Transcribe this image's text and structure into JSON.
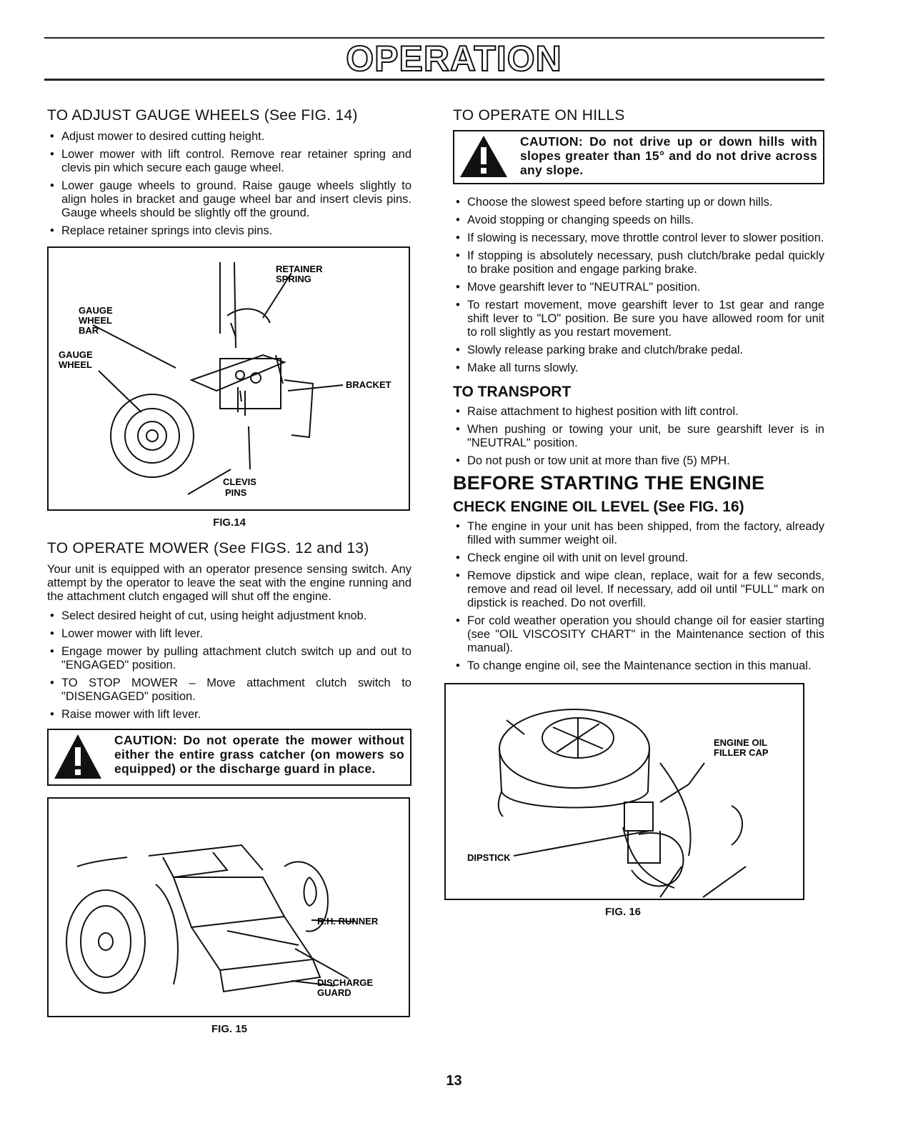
{
  "header": {
    "title": "OPERATION"
  },
  "left": {
    "gauge": {
      "heading": "TO ADJUST GAUGE WHEELS (See FIG. 14)",
      "bullets": [
        "Adjust mower to desired cutting height.",
        "Lower mower with lift control. Remove rear retainer spring and clevis pin which secure each gauge wheel.",
        "Lower gauge wheels to ground. Raise gauge wheels slightly to align holes in bracket and gauge wheel bar and insert clevis pins. Gauge wheels should be slightly off the ground.",
        "Replace retainer springs into clevis pins."
      ]
    },
    "fig14": {
      "labels": {
        "retainer": "RETAINER",
        "spring": "SPRING",
        "gauge1": "GAUGE",
        "wheel1": "WHEEL",
        "bar": "BAR",
        "gauge2": "GAUGE",
        "wheel2": "WHEEL",
        "bracket": "BRACKET",
        "clevis": "CLEVIS",
        "pins": "PINS"
      },
      "caption": "FIG.14"
    },
    "mower": {
      "heading": "TO OPERATE MOWER (See FIGS. 12 and 13)",
      "intro": "Your unit is equipped with an operator presence sensing switch. Any attempt by the operator to leave the seat with the engine running and the attachment clutch engaged will shut off the engine.",
      "bullets": [
        "Select desired height of cut, using height adjustment knob.",
        "Lower mower with lift lever.",
        "Engage mower by pulling attachment clutch switch up and out to \"ENGAGED\" position.",
        "TO STOP MOWER – Move attachment clutch switch to \"DISENGAGED\" position.",
        "Raise mower with lift lever."
      ],
      "caution": "CAUTION: Do not operate the mower without either the entire grass catcher (on mowers so equipped) or the discharge guard in place."
    },
    "fig15": {
      "labels": {
        "runner": "R.H. RUNNER",
        "discharge": "DISCHARGE",
        "guard": "GUARD"
      },
      "caption": "FIG. 15"
    }
  },
  "right": {
    "hills": {
      "heading": "TO OPERATE ON HILLS",
      "caution": "CAUTION: Do not drive up or down hills with slopes greater than 15° and do not drive across any slope.",
      "bullets": [
        "Choose the slowest speed before starting up or down hills.",
        "Avoid stopping or changing speeds on hills.",
        "If slowing is necessary, move throttle control lever to slower position.",
        "If stopping is absolutely necessary, push clutch/brake pedal quickly to brake position and engage parking brake.",
        "Move gearshift lever to \"NEUTRAL\" position.",
        "To restart movement, move gearshift lever to 1st gear and range shift lever to \"LO\" position. Be sure you have allowed room for unit to roll slightly as you restart movement.",
        "Slowly release parking brake and clutch/brake pedal.",
        "Make all turns slowly."
      ]
    },
    "transport": {
      "heading": "TO TRANSPORT",
      "bullets": [
        "Raise attachment to highest position with lift control.",
        "When pushing or towing your unit, be sure gearshift lever is in \"NEUTRAL\" position.",
        "Do not push or tow unit at more than five (5) MPH."
      ]
    },
    "before": {
      "heading": "BEFORE STARTING THE ENGINE",
      "subheading": "CHECK ENGINE OIL LEVEL (See FIG. 16)",
      "bullets": [
        "The engine in your unit has been shipped, from the factory, already filled with summer weight oil.",
        "Check engine oil with unit on level ground.",
        "Remove dipstick and wipe clean, replace, wait for a few seconds, remove and read oil level. If necessary, add oil until \"FULL\" mark on dipstick is reached. Do not overfill.",
        "For cold weather operation you should change oil for easier starting (see \"OIL VISCOSITY CHART\" in the Maintenance section of this manual).",
        "To change engine oil, see the Maintenance section in this manual."
      ]
    },
    "fig16": {
      "labels": {
        "engine_oil": "ENGINE OIL",
        "filler_cap": "FILLER CAP",
        "dipstick": "DIPSTICK"
      },
      "caption": "FIG. 16"
    }
  },
  "footer": {
    "page_number": "13"
  }
}
